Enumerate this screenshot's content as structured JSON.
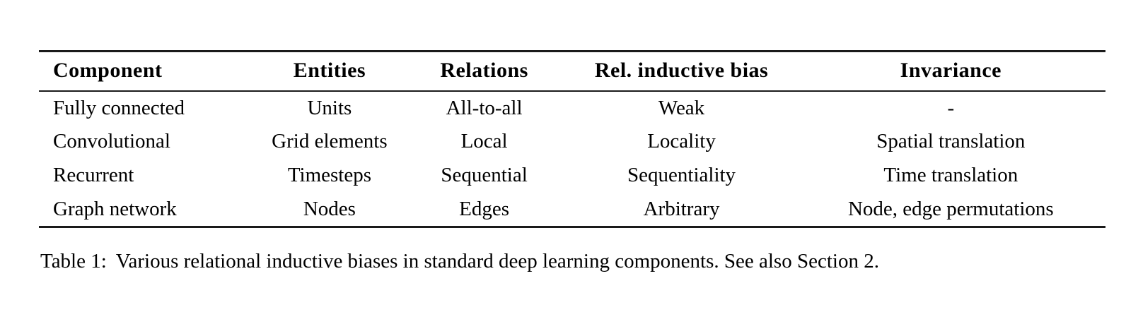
{
  "page": {
    "background_color": "#ffffff",
    "text_color": "#000000",
    "rule_color": "#1a1a1a"
  },
  "table": {
    "headers": [
      "Component",
      "Entities",
      "Relations",
      "Rel. inductive bias",
      "Invariance"
    ],
    "rows": [
      [
        "Fully connected",
        "Units",
        "All-to-all",
        "Weak",
        "-"
      ],
      [
        "Convolutional",
        "Grid elements",
        "Local",
        "Locality",
        "Spatial translation"
      ],
      [
        "Recurrent",
        "Timesteps",
        "Sequential",
        "Sequentiality",
        "Time translation"
      ],
      [
        "Graph network",
        "Nodes",
        "Edges",
        "Arbitrary",
        "Node, edge permutations"
      ]
    ]
  },
  "caption": {
    "label": "Table 1:",
    "text": "Various relational inductive biases in standard deep learning components. See also Section 2."
  }
}
